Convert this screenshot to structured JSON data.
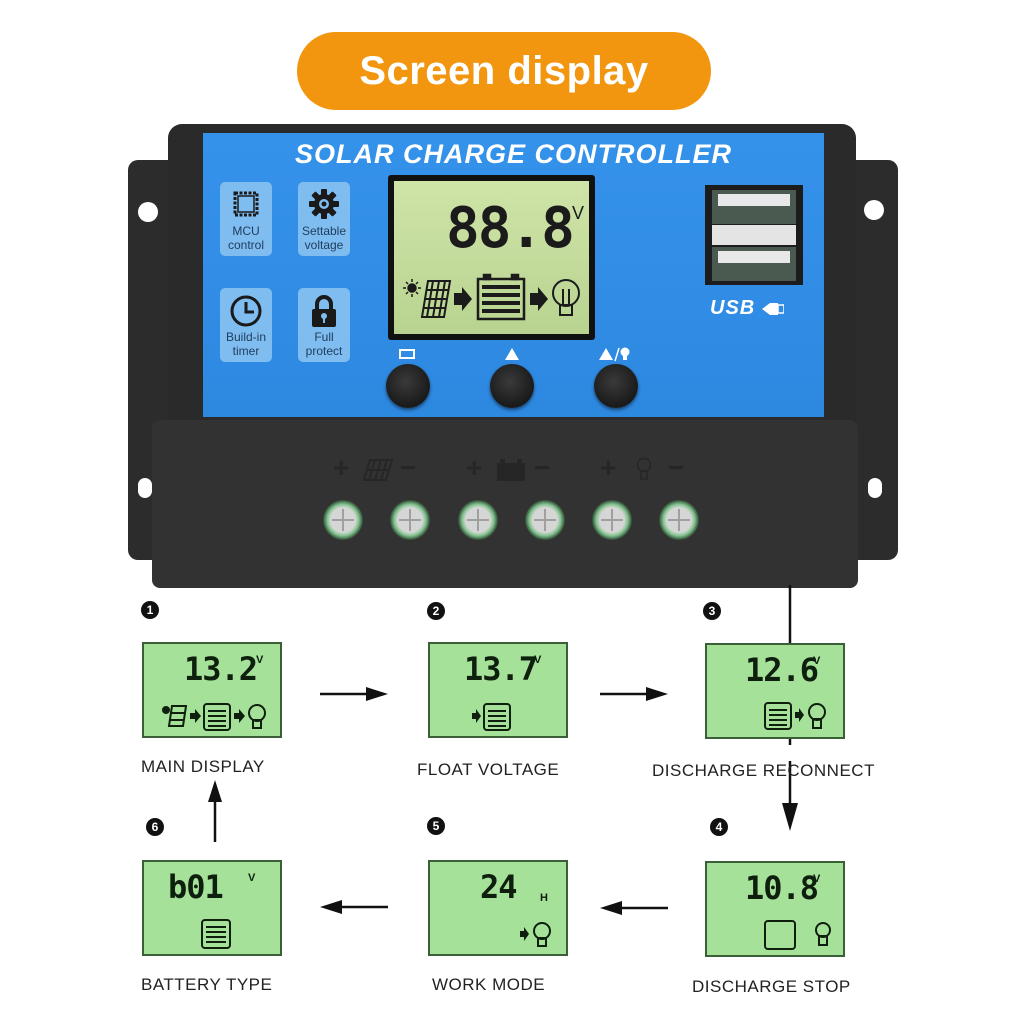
{
  "banner": {
    "title": "Screen display",
    "color": "#f2960f"
  },
  "device": {
    "title": "SOLAR CHARGE CONTROLLER",
    "faceplate_color": "#2f8de6",
    "features": [
      {
        "icon": "chip-icon",
        "label": "MCU\ncontrol"
      },
      {
        "icon": "gear-icon",
        "label": "Settable\nvoltage"
      },
      {
        "icon": "clock-icon",
        "label": "Build-in\ntimer"
      },
      {
        "icon": "lock-icon",
        "label": "Full\nprotect"
      }
    ],
    "lcd": {
      "reading": "88.8",
      "unit": "V",
      "flow_icons": [
        "sun-icon",
        "solar-panel-icon",
        "arrow-right-icon",
        "battery-icon",
        "arrow-right-icon",
        "bulb-icon"
      ]
    },
    "buttons": [
      {
        "name": "menu-button",
        "icon": "screen-icon"
      },
      {
        "name": "up-button",
        "icon": "triangle-up-icon"
      },
      {
        "name": "down-load-button",
        "icon": "triangle-bulb-icon",
        "label": "▲/💡"
      }
    ],
    "usb": {
      "label": "USB"
    },
    "terminals": {
      "groups": [
        {
          "name": "solar",
          "icon": "solar-panel-icon",
          "plus": "+",
          "minus": "−"
        },
        {
          "name": "battery",
          "icon": "battery-icon",
          "plus": "+",
          "minus": "−"
        },
        {
          "name": "load",
          "icon": "bulb-icon",
          "plus": "+",
          "minus": "−"
        }
      ],
      "screw_count": 6
    }
  },
  "steps": [
    {
      "num": "1",
      "value": "13.2",
      "unit": "V",
      "icons": [
        "solar-panel-icon",
        "arrow-right-icon",
        "battery-icon",
        "arrow-right-icon",
        "bulb-icon"
      ],
      "label": "MAIN  DISPLAY"
    },
    {
      "num": "2",
      "value": "13.7",
      "unit": "V",
      "icons": [
        "arrow-right-icon",
        "battery-icon"
      ],
      "label": "FLOAT  VOLTAGE"
    },
    {
      "num": "3",
      "value": "12.6",
      "unit": "V",
      "icons": [
        "battery-icon",
        "arrow-right-icon",
        "bulb-icon"
      ],
      "label": "DISCHARGE  RECONNECT"
    },
    {
      "num": "4",
      "value": "10.8",
      "unit": "V",
      "icons": [
        "battery-empty-icon",
        "bulb-icon"
      ],
      "label": "DISCHARGE  STOP"
    },
    {
      "num": "5",
      "value": "24",
      "unit": "H",
      "icons": [
        "arrow-right-icon",
        "bulb-icon"
      ],
      "label": "WORK  MODE"
    },
    {
      "num": "6",
      "value": "b01",
      "unit": "V",
      "icons": [
        "battery-icon"
      ],
      "label": "BATTERY  TYPE"
    }
  ],
  "lcd_color": "#a6e19a"
}
